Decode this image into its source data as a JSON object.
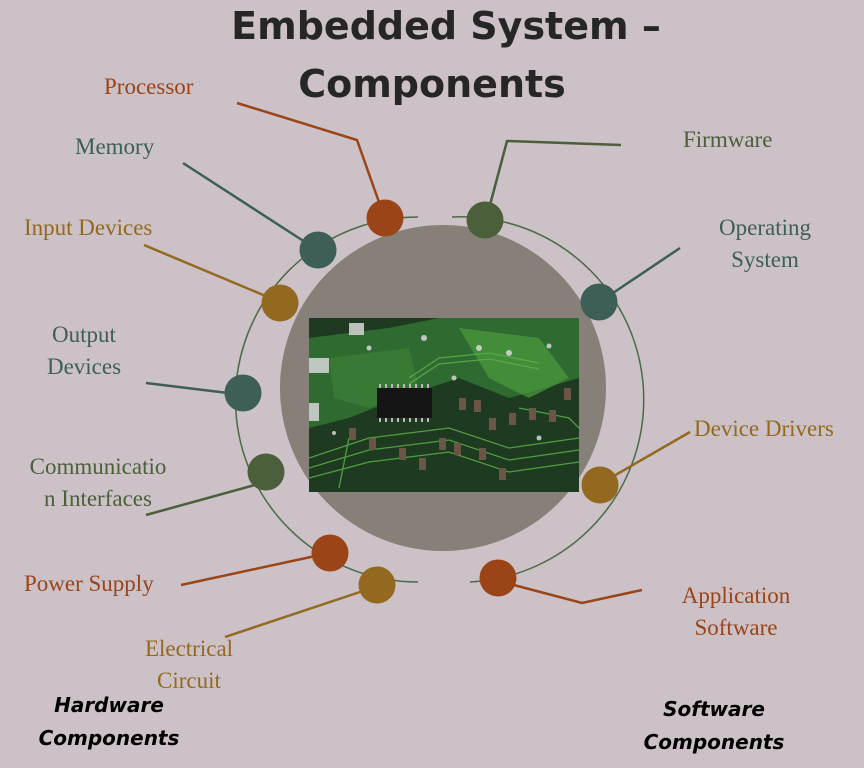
{
  "title": {
    "line1": "Embedded System –",
    "line2": "Components"
  },
  "colors": {
    "background": "#cbc1c6",
    "orange": "#9a4417",
    "teal": "#3e5f55",
    "gold": "#93691f",
    "green": "#4b5f3b",
    "center_disc": "#868079"
  },
  "categories": {
    "hardware": {
      "line1": "Hardware",
      "line2": "Components"
    },
    "software": {
      "line1": "Software",
      "line2": "Components"
    }
  },
  "hardware_components": [
    {
      "label": "Processor",
      "color": "orange"
    },
    {
      "label": "Memory",
      "color": "teal"
    },
    {
      "label": "Input Devices",
      "color": "gold"
    },
    {
      "label_line1": "Output",
      "label_line2": "Devices",
      "color": "teal"
    },
    {
      "label_line1": "Communicatio",
      "label_line2": "n Interfaces",
      "color": "green"
    },
    {
      "label": "Power Supply",
      "color": "orange"
    },
    {
      "label_line1": "Electrical",
      "label_line2": "Circuit",
      "color": "gold"
    }
  ],
  "software_components": [
    {
      "label": "Firmware",
      "color": "green"
    },
    {
      "label_line1": "Operating",
      "label_line2": "System",
      "color": "teal"
    },
    {
      "label": "Device Drivers",
      "color": "gold"
    },
    {
      "label_line1": "Application",
      "label_line2": "Software",
      "color": "orange"
    }
  ],
  "center_image": {
    "subject": "circuit-board-photo"
  }
}
